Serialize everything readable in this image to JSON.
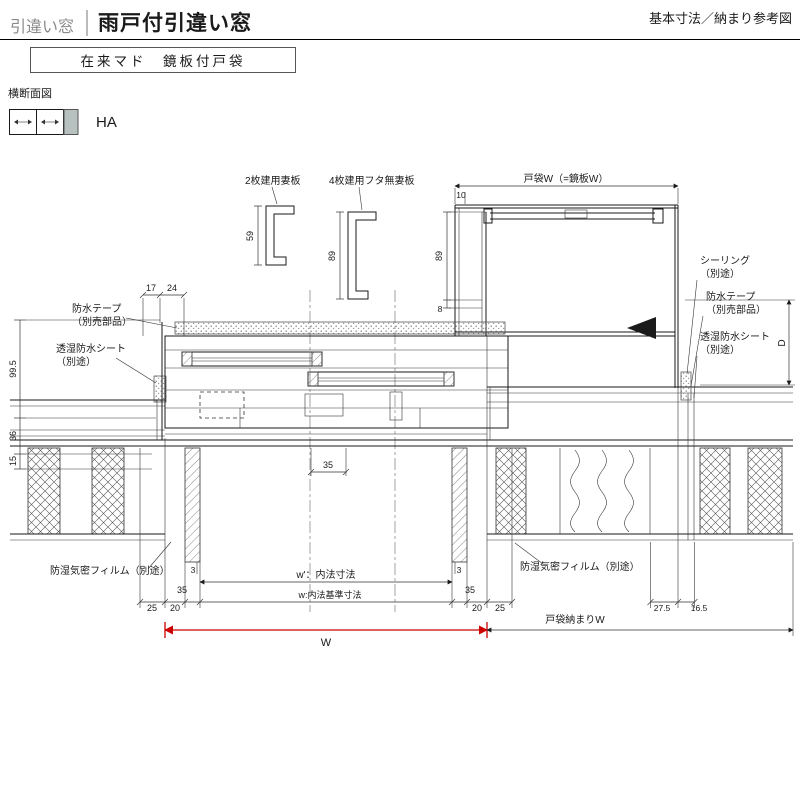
{
  "header": {
    "category": "引違い窓",
    "title": "雨戸付引違い窓",
    "corner_note": "基本寸法／納まり参考図",
    "spec_box": "在来マド　鏡板付戸袋",
    "section_type": "横断面図",
    "variant_code": "HA"
  },
  "colors": {
    "accent_red": "#cc0000",
    "line": "#1a1a1a"
  },
  "labels": {
    "end_plate_2": "2枚建用妻板",
    "end_plate_4": "4枚建用フタ無妻板",
    "pocket_width": "戸袋W（=鏡板W）",
    "sealing_1": "シーリング",
    "sealing_2": "（別途）",
    "tape_right_1": "防水テープ",
    "tape_right_2": "（別売部品）",
    "sheet_right_1": "透湿防水シート",
    "sheet_right_2": "（別途）",
    "tape_left_1": "防水テープ",
    "tape_left_2": "（別売部品）",
    "sheet_left_1": "透湿防水シート",
    "sheet_left_2": "（別途）",
    "film_left": "防湿気密フィルム（別途）",
    "film_right": "防湿気密フィルム（別途）",
    "w_inner": "w'：内法寸法",
    "w_base": "w:内法基準寸法",
    "w_outer": "W",
    "pocket_fit_width": "戸袋納まりW",
    "depth": "D"
  },
  "dimensions": {
    "end_plate_2_height": "59",
    "end_plate_4_height": "89",
    "pocket_offset": "10",
    "pocket_side_depth": "89",
    "pocket_side_lip": "8",
    "head_17": "17",
    "head_24": "24",
    "jamb_depth": "99.5",
    "jamb_36": "36",
    "jamb_15": "15",
    "meeting_35": "35",
    "pillar_gap_left": "3",
    "pillar_gap_right": "3",
    "side_35_left": "35",
    "side_35_right": "35",
    "side_20_left": "20",
    "side_20_right": "20",
    "side_25_left": "25",
    "side_25_right": "25",
    "pocket_27_5": "27.5",
    "pocket_16_5": "16.5"
  }
}
